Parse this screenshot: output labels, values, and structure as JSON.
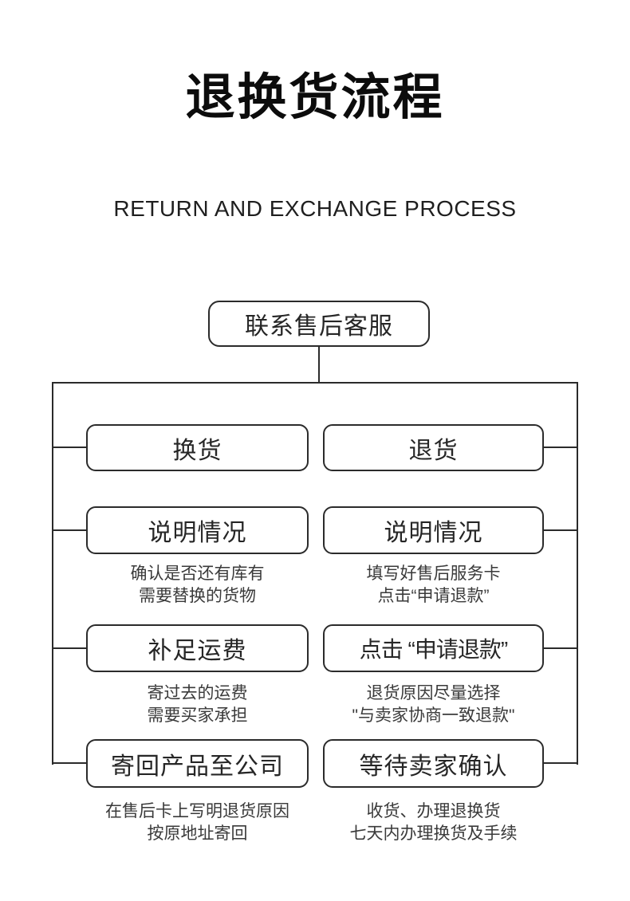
{
  "title": "退换货流程",
  "subtitle": "RETURN AND EXCHANGE PROCESS",
  "accent_color": "#19b27e",
  "flow": {
    "root": "联系售后客服",
    "left": {
      "header": "换货",
      "steps": [
        {
          "box": "说明情况",
          "desc": [
            "确认是否还有库有",
            "需要替换的货物"
          ]
        },
        {
          "box": "补足运费",
          "desc": [
            "寄过去的运费",
            "需要买家承担"
          ]
        },
        {
          "box": "寄回产品至公司",
          "desc": [
            "在售后卡上写明退货原因",
            "按原地址寄回"
          ]
        }
      ]
    },
    "right": {
      "header": "退货",
      "steps": [
        {
          "box": "说明情况",
          "desc": [
            "填写好售后服务卡",
            "点击“申请退款”"
          ]
        },
        {
          "box": "点击 “申请退款”",
          "desc": [
            "退货原因尽量选择",
            "\"与卖家协商一致退款\""
          ]
        },
        {
          "box": "等待卖家确认",
          "desc": [
            "收货、办理退换货",
            "七天内办理换货及手续"
          ]
        }
      ]
    }
  }
}
